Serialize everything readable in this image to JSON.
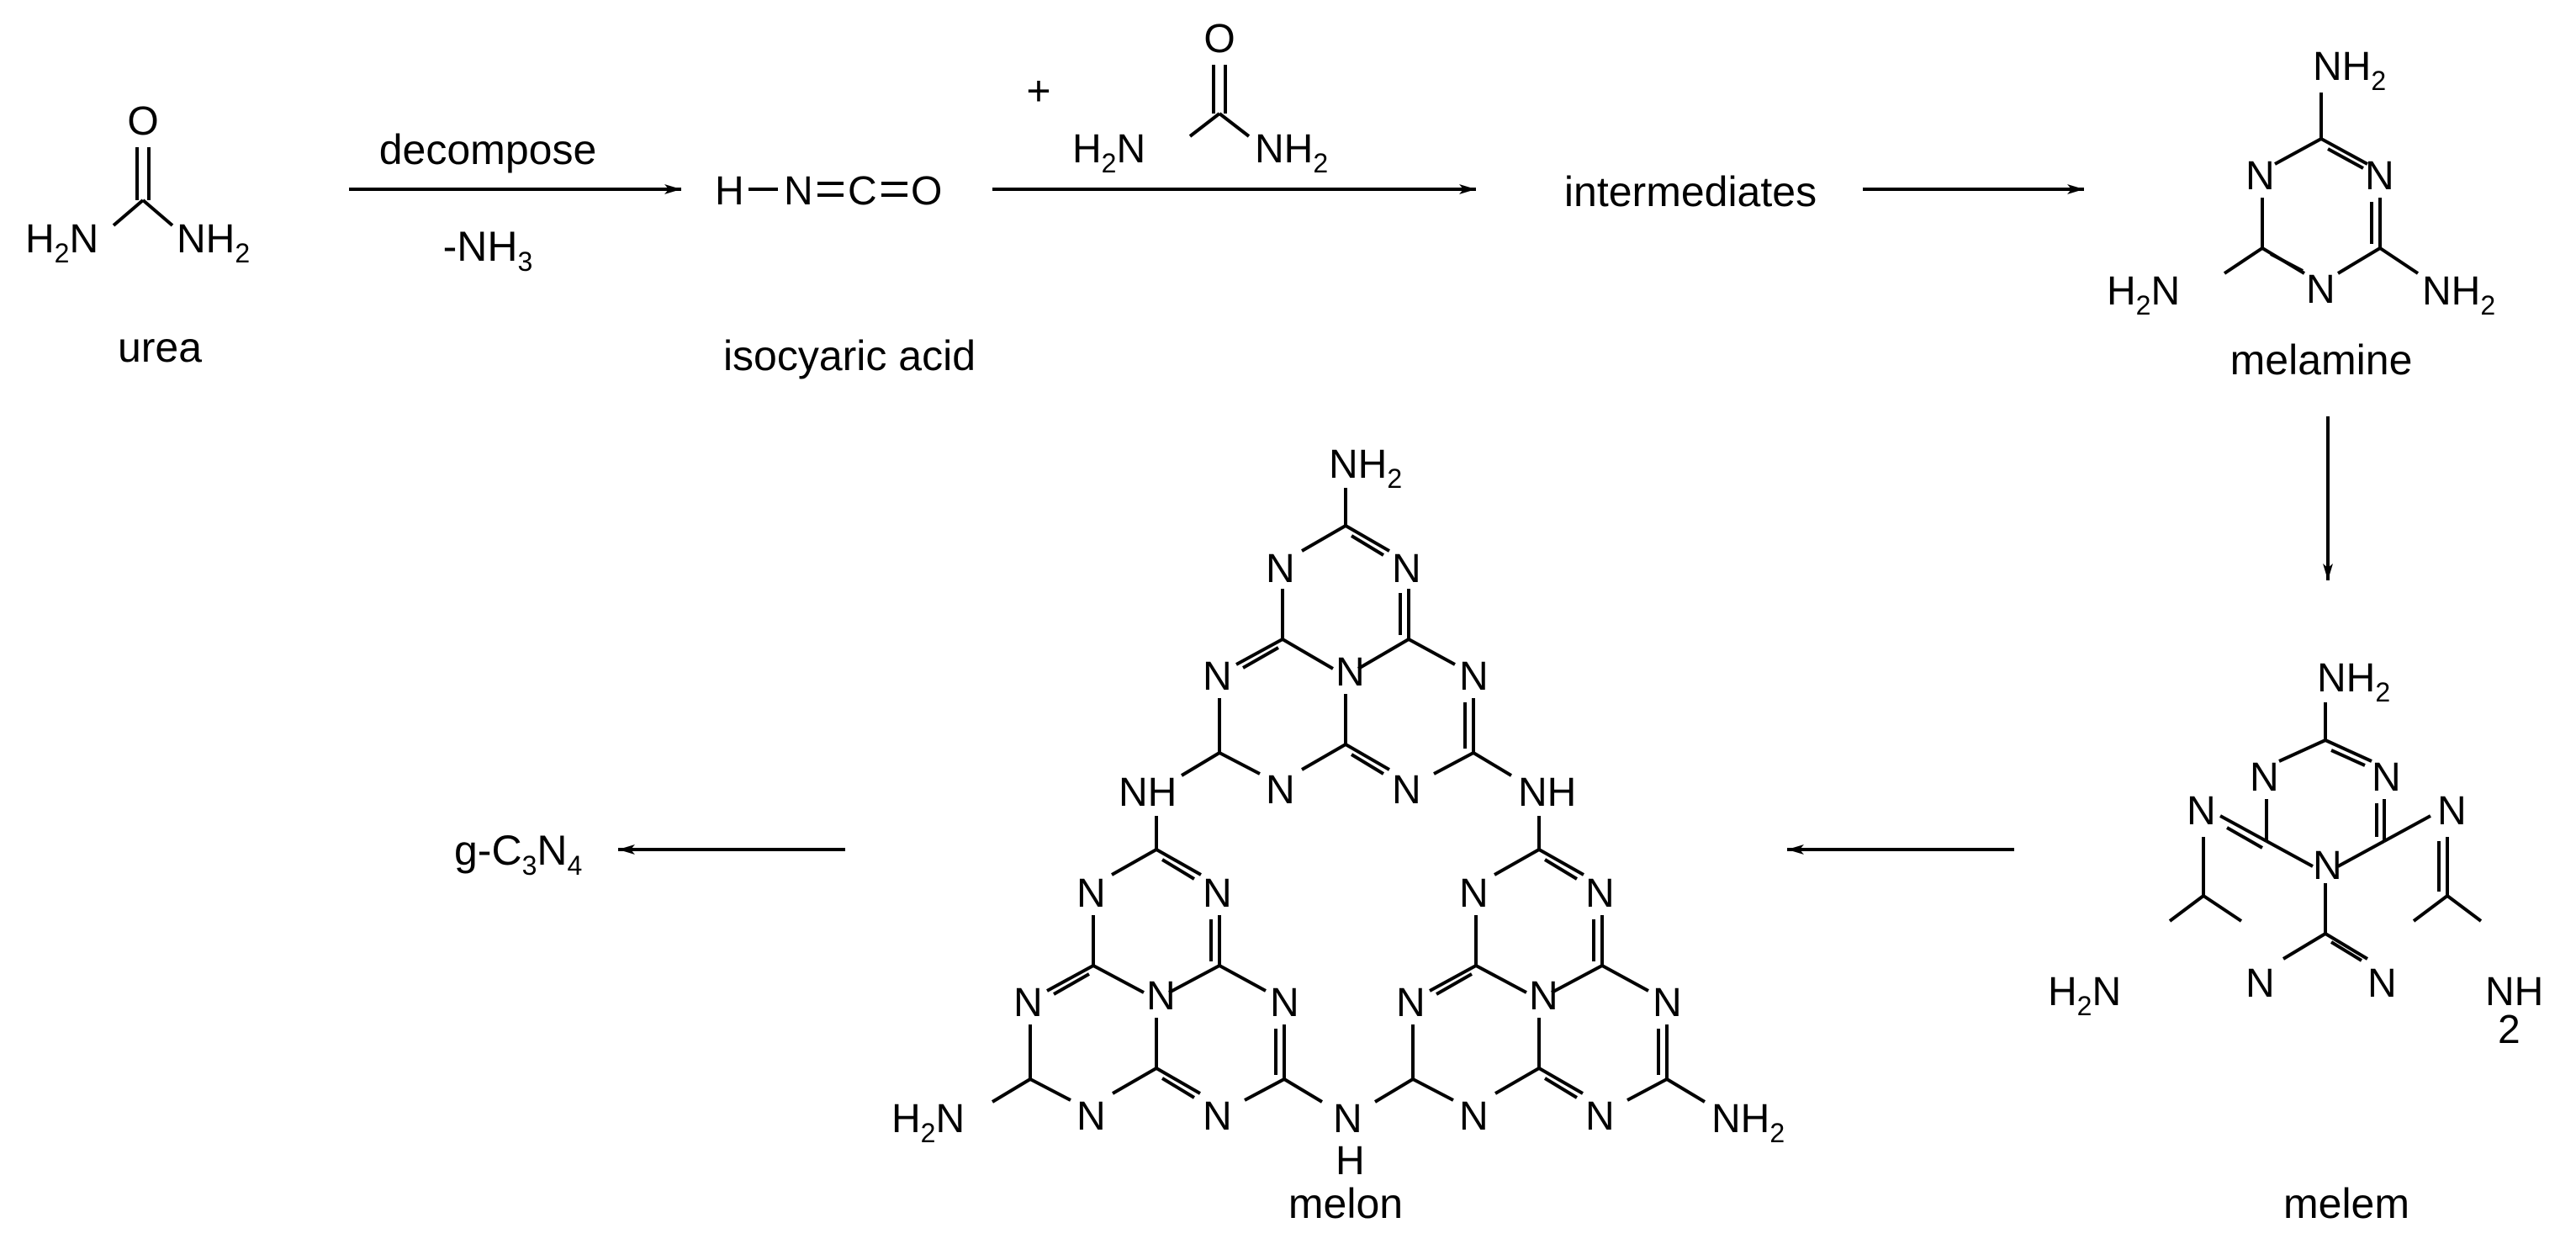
{
  "atoms": {
    "oxygen": "O",
    "nitrogen": "N",
    "hydrogen": "H",
    "carbon": "C",
    "amine_h": "NH",
    "nh2": "NH",
    "h2n": "H",
    "sub2": "2",
    "sub3": "3",
    "sub4": "4",
    "plus": "+",
    "g_c3n4": "g-C",
    "nh3_minus": "-NH"
  },
  "labels": {
    "urea": "urea",
    "isocyanic_acid": "isocyaric acid",
    "intermediates": "intermediates",
    "melamine": "melamine",
    "melem": "melem",
    "melon": "melon",
    "decompose": "decompose"
  },
  "arrows": [
    "urea-to-isocyanic-acid",
    "isocyanic-acid-to-intermediates",
    "intermediates-to-melamine",
    "melamine-to-melem",
    "melem-to-melon",
    "melon-to-g-c3n4"
  ]
}
